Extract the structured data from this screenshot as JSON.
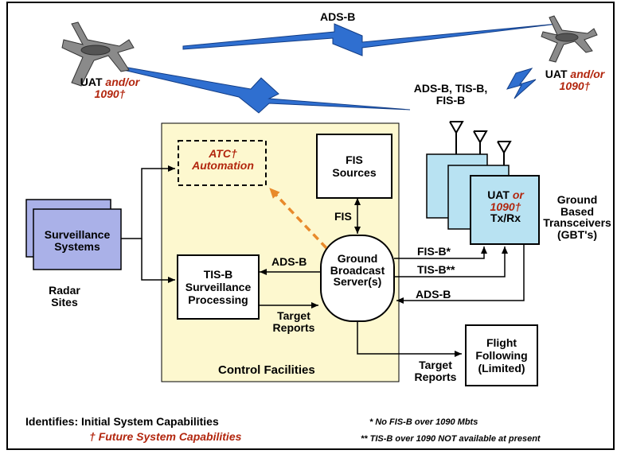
{
  "top_link": "ADS-B",
  "aircraft_left": {
    "uat": "UAT",
    "andor": "and/or",
    "freq": "1090†"
  },
  "aircraft_right": {
    "uat": "UAT",
    "andor": "and/or",
    "freq": "1090†"
  },
  "gbt_services": {
    "line1": "ADS-B, TIS-B,",
    "line2": "FIS-B"
  },
  "atc_automation": {
    "line1": "ATC†",
    "line2": "Automation"
  },
  "fis_sources": {
    "line1": "FIS",
    "line2": "Sources"
  },
  "fis_link": "FIS",
  "uat_txrx": {
    "uat": "UAT",
    "or": "or",
    "freq": "1090†",
    "txrx": "Tx/Rx"
  },
  "ground_based_transceivers": {
    "line1": "Ground",
    "line2": "Based",
    "line3": "Transceivers",
    "line4": "(GBT's)"
  },
  "surveillance_systems": {
    "line1": "Surveillance",
    "line2": "Systems"
  },
  "radar_sites": {
    "line1": "Radar",
    "line2": "Sites"
  },
  "tisb_processing": {
    "line1": "TIS-B",
    "line2": "Surveillance",
    "line3": "Processing"
  },
  "adsb_to_tisb": "ADS-B",
  "target_reports_1": {
    "line1": "Target",
    "line2": "Reports"
  },
  "ground_broadcast_server": {
    "line1": "Ground",
    "line2": "Broadcast",
    "line3": "Server(s)"
  },
  "gbs_links": {
    "fisb": "FIS-B*",
    "tisb": "TIS-B**",
    "adsb": "ADS-B"
  },
  "flight_following": {
    "line1": "Flight",
    "line2": "Following",
    "line3": "(Limited)"
  },
  "target_reports_2": {
    "line1": "Target",
    "line2": "Reports"
  },
  "control_facilities": "Control Facilities",
  "legend": {
    "line1": "Identifies: Initial System Capabilities",
    "line2": "† Future System Capabilities"
  },
  "footnotes": {
    "note1": "* No FIS-B over 1090 Mbts",
    "note2": "** TIS-B over 1090 NOT available at present"
  },
  "colors": {
    "facility_fill": "#fdf8cf",
    "transceiver_fill": "#b8e2f2",
    "surveillance_fill": "#aab1e8",
    "future_red": "#b2260e",
    "dashed_arrow": "#e88a2b",
    "lightning": "#2f6fd0"
  }
}
